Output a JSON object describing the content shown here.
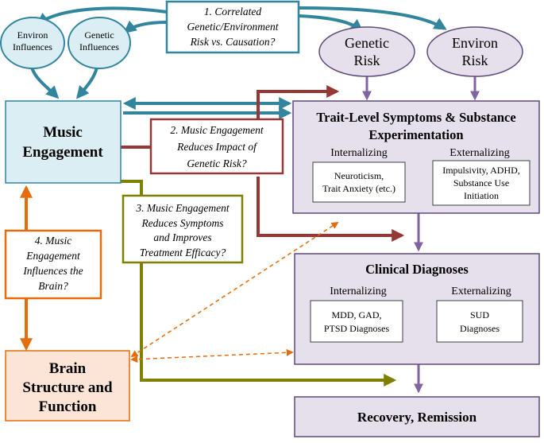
{
  "top_nodes": {
    "environ_influences": [
      "Environ",
      "Influences"
    ],
    "genetic_influences": [
      "Genetic",
      "Influences"
    ],
    "genetic_risk": [
      "Genetic",
      "Risk"
    ],
    "environ_risk": [
      "Environ",
      "Risk"
    ]
  },
  "hypotheses": {
    "h1": [
      "1. Correlated",
      "Genetic/Environment",
      "Risk vs. Causation?"
    ],
    "h2": [
      "2. Music Engagement",
      "Reduces Impact of",
      "Genetic Risk?"
    ],
    "h3": [
      "3. Music Engagement",
      "Reduces Symptoms",
      "and Improves",
      "Treatment Efficacy?"
    ],
    "h4": [
      "4. Music",
      "Engagement",
      "Influences the",
      "Brain?"
    ]
  },
  "music_engagement": [
    "Music",
    "Engagement"
  ],
  "brain": [
    "Brain",
    "Structure and",
    "Function"
  ],
  "trait_panel": {
    "title": [
      "Trait-Level Symptoms & Substance",
      "Experimentation"
    ],
    "internalizing_label": "Internalizing",
    "externalizing_label": "Externalizing",
    "internalizing_box": [
      "Neuroticism,",
      "Trait Anxiety (etc.)"
    ],
    "externalizing_box": [
      "Impulsivity, ADHD,",
      "Substance Use",
      "Initiation"
    ]
  },
  "clinical_panel": {
    "title": "Clinical Diagnoses",
    "internalizing_label": "Internalizing",
    "externalizing_label": "Externalizing",
    "internalizing_box": [
      "MDD, GAD,",
      "PTSD Diagnoses"
    ],
    "externalizing_box": [
      "SUD",
      "Diagnoses"
    ]
  },
  "recovery": "Recovery, Remission",
  "colors": {
    "teal": "#31859c",
    "dark_red": "#953735",
    "olive": "#7f7f00",
    "orange": "#e46c0a",
    "purple": "#8064a2",
    "music_fill": "#dbeef4",
    "panel_fill": "#e5e0ec",
    "ellipse_fill": "#e5e0ec",
    "brain_fill": "#fce4d6"
  }
}
